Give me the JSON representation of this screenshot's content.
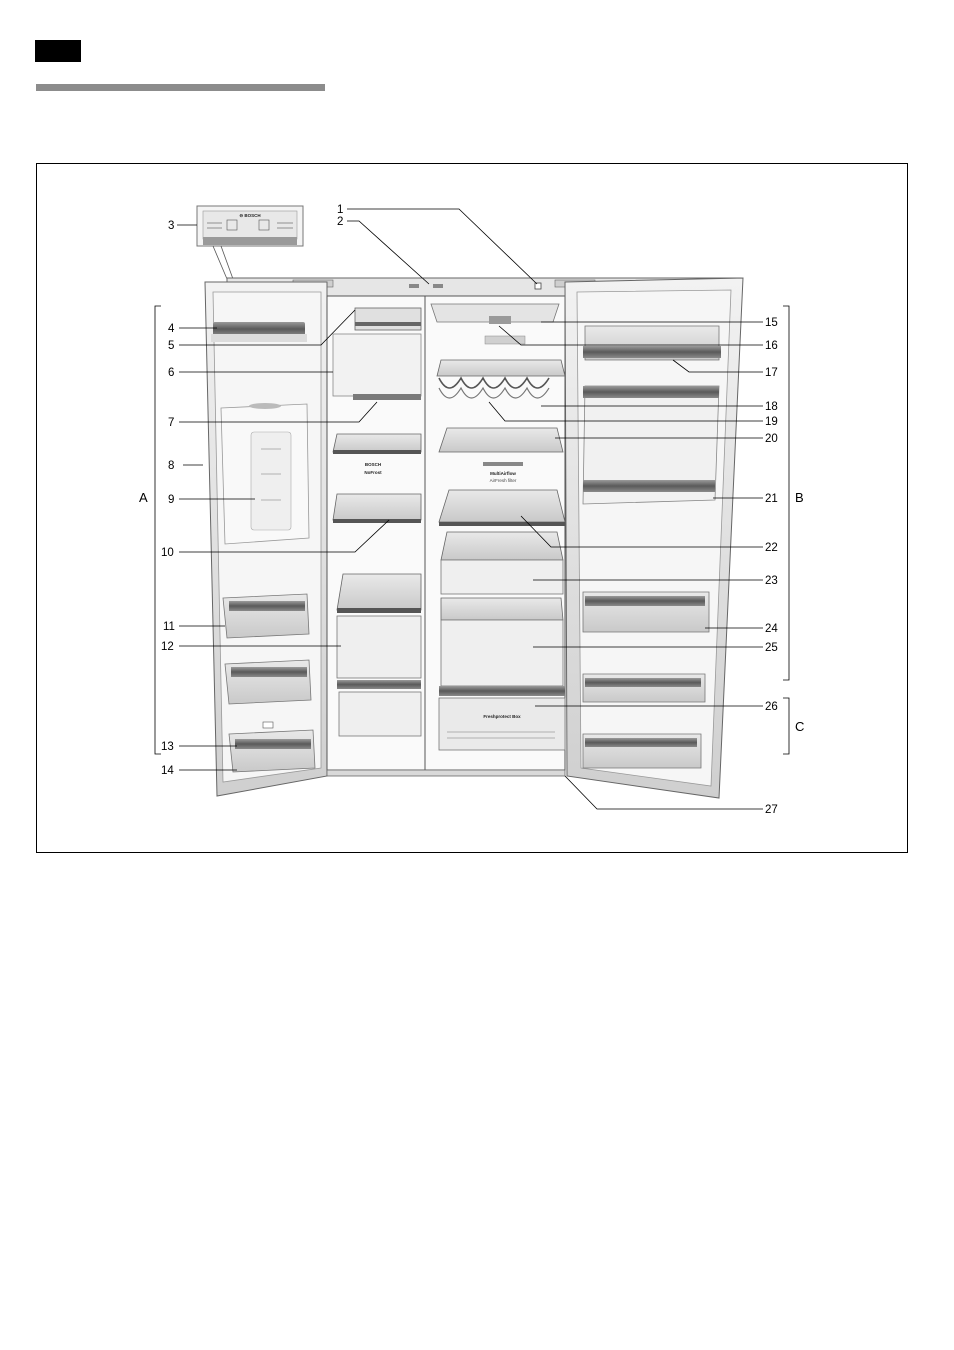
{
  "figure": {
    "callouts": [
      "1",
      "2",
      "3",
      "4",
      "5",
      "6",
      "7",
      "8",
      "9",
      "10",
      "11",
      "12",
      "13",
      "14",
      "15",
      "16",
      "17",
      "18",
      "19",
      "20",
      "21",
      "22",
      "23",
      "24",
      "25",
      "26",
      "27"
    ],
    "brackets": {
      "a": "A",
      "b": "B",
      "c": "C"
    },
    "control_panel_brand": "⊖ BOSCH",
    "shelf_texts": {
      "nofrost": "NoFrost",
      "nofrost_small": "BOSCH",
      "multiairflow": "MultiAirflow",
      "airfresh": "AirFresh filter",
      "freshprotect": "Freshprotect Box"
    }
  }
}
